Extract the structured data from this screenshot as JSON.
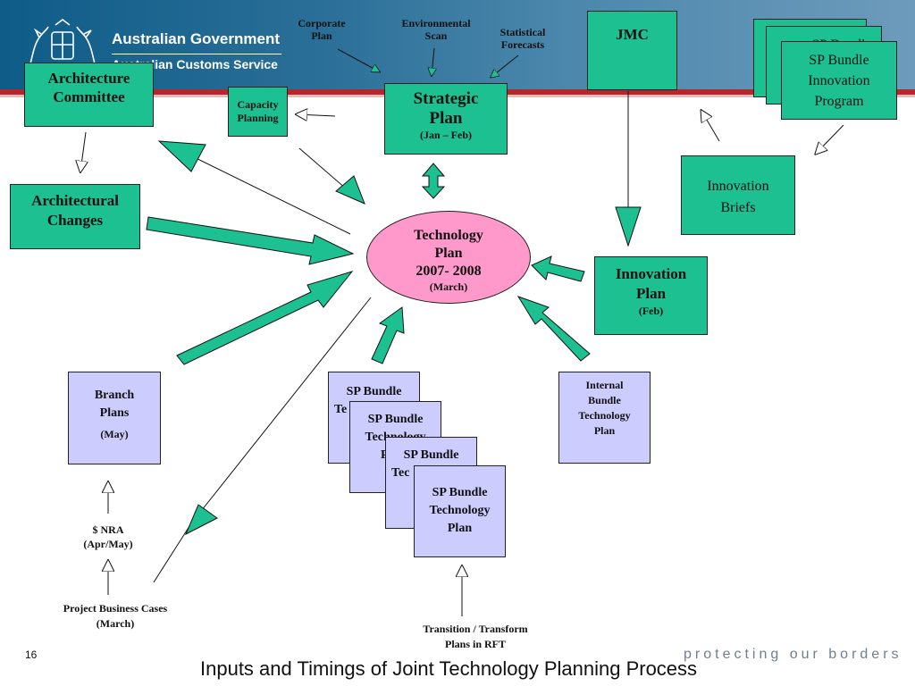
{
  "header": {
    "government": "Australian Government",
    "agency": "Australian Customs Service"
  },
  "sources": {
    "corporate_plan": [
      "Corporate",
      "Plan"
    ],
    "environmental_scan": [
      "Environmental",
      "Scan"
    ],
    "statistical_forecasts": [
      "Statistical",
      "Forecasts"
    ]
  },
  "boxes": {
    "architecture_committee": [
      "Architecture",
      "Committee"
    ],
    "capacity_planning": [
      "Capacity",
      "Planning"
    ],
    "strategic_plan": {
      "title": [
        "Strategic",
        "Plan"
      ],
      "timing": "(Jan – Feb)"
    },
    "jmc": "JMC",
    "sp_innovation": {
      "back": "SP Bundle",
      "front": [
        "SP Bundle",
        "Innovation",
        "Program"
      ]
    },
    "architectural_changes": [
      "Architectural",
      "Changes"
    ],
    "innovation_briefs": [
      "Innovation",
      "Briefs"
    ],
    "technology_plan": {
      "title": [
        "Technology",
        "Plan",
        "2007- 2008"
      ],
      "timing": "(March)"
    },
    "innovation_plan": {
      "title": [
        "Innovation",
        "Plan"
      ],
      "timing": "(Feb)"
    },
    "branch_plans": {
      "title": [
        "Branch",
        "Plans"
      ],
      "timing": "(May)"
    },
    "sp_technology": {
      "card1": [
        "SP Bundle",
        "Te"
      ],
      "card2": [
        "SP Bundle",
        "Technology",
        "P"
      ],
      "card3": [
        "SP Bundle",
        "Tec"
      ],
      "card4": [
        "SP Bundle",
        "Technology",
        "Plan"
      ]
    },
    "internal_bundle": [
      "Internal",
      "Bundle",
      "Technology",
      "Plan"
    ]
  },
  "labels": {
    "nra": [
      "$ NRA",
      "(Apr/May)"
    ],
    "project_business_cases": [
      "Project Business Cases",
      "(March)"
    ],
    "transition_plans": [
      "Transition / Transform",
      "Plans in RFT"
    ]
  },
  "footer": {
    "page_number": "16",
    "tagline": "protecting our borders",
    "caption": "Inputs and Timings of Joint Technology Planning Process"
  },
  "colors": {
    "banner": "#0f5c88",
    "green_box": "#1dc191",
    "lavender_box": "#ccccff",
    "tech_plan": "#ff99cc",
    "arrow": "#1dc191",
    "accent_red": "#b5272d"
  }
}
